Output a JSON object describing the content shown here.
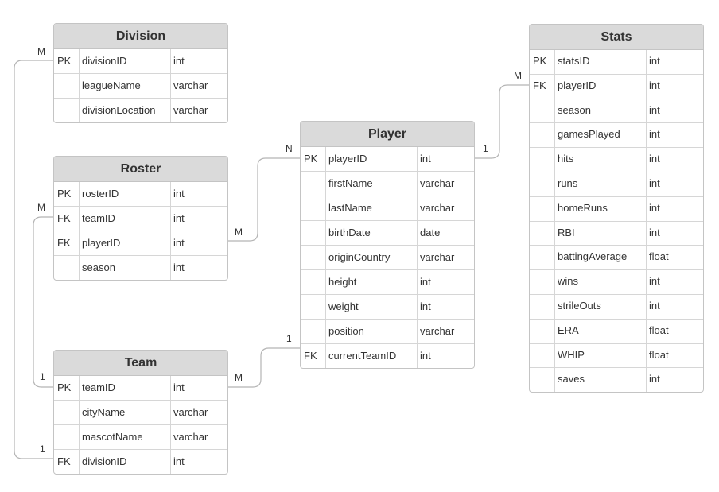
{
  "entities": {
    "division": {
      "title": "Division",
      "rows": [
        {
          "key": "PK",
          "name": "divisionID",
          "type": "int"
        },
        {
          "key": "",
          "name": "leagueName",
          "type": "varchar"
        },
        {
          "key": "",
          "name": "divisionLocation",
          "type": "varchar"
        }
      ]
    },
    "roster": {
      "title": "Roster",
      "rows": [
        {
          "key": "PK",
          "name": "rosterID",
          "type": "int"
        },
        {
          "key": "FK",
          "name": "teamID",
          "type": "int"
        },
        {
          "key": "FK",
          "name": "playerID",
          "type": "int"
        },
        {
          "key": "",
          "name": "season",
          "type": "int"
        }
      ]
    },
    "team": {
      "title": "Team",
      "rows": [
        {
          "key": "PK",
          "name": "teamID",
          "type": "int"
        },
        {
          "key": "",
          "name": "cityName",
          "type": "varchar"
        },
        {
          "key": "",
          "name": "mascotName",
          "type": "varchar"
        },
        {
          "key": "FK",
          "name": "divisionID",
          "type": "int"
        }
      ]
    },
    "player": {
      "title": "Player",
      "rows": [
        {
          "key": "PK",
          "name": "playerID",
          "type": "int"
        },
        {
          "key": "",
          "name": "firstName",
          "type": "varchar"
        },
        {
          "key": "",
          "name": "lastName",
          "type": "varchar"
        },
        {
          "key": "",
          "name": "birthDate",
          "type": "date"
        },
        {
          "key": "",
          "name": "originCountry",
          "type": "varchar"
        },
        {
          "key": "",
          "name": "height",
          "type": "int"
        },
        {
          "key": "",
          "name": "weight",
          "type": "int"
        },
        {
          "key": "",
          "name": "position",
          "type": "varchar"
        },
        {
          "key": "FK",
          "name": "currentTeamID",
          "type": "int"
        }
      ]
    },
    "stats": {
      "title": "Stats",
      "rows": [
        {
          "key": "PK",
          "name": "statsID",
          "type": "int"
        },
        {
          "key": "FK",
          "name": "playerID",
          "type": "int"
        },
        {
          "key": "",
          "name": "season",
          "type": "int"
        },
        {
          "key": "",
          "name": "gamesPlayed",
          "type": "int"
        },
        {
          "key": "",
          "name": "hits",
          "type": "int"
        },
        {
          "key": "",
          "name": "runs",
          "type": "int"
        },
        {
          "key": "",
          "name": "homeRuns",
          "type": "int"
        },
        {
          "key": "",
          "name": "RBI",
          "type": "int"
        },
        {
          "key": "",
          "name": "battingAverage",
          "type": "float"
        },
        {
          "key": "",
          "name": "wins",
          "type": "int"
        },
        {
          "key": "",
          "name": "strileOuts",
          "type": "int"
        },
        {
          "key": "",
          "name": "ERA",
          "type": "float"
        },
        {
          "key": "",
          "name": "WHIP",
          "type": "float"
        },
        {
          "key": "",
          "name": "saves",
          "type": "int"
        }
      ]
    }
  },
  "cardinality": {
    "division_m": "M",
    "team_division_1": "1",
    "roster_team_m": "M",
    "team_roster_1": "1",
    "roster_player_m": "M",
    "player_roster_n": "N",
    "team_player_m": "M",
    "player_team_1": "1",
    "player_stats_1": "1",
    "stats_player_m": "M"
  },
  "colors": {
    "header_bg": "#dadada",
    "border": "#c4c4c4",
    "line": "#b5b5b5",
    "text": "#333333"
  }
}
